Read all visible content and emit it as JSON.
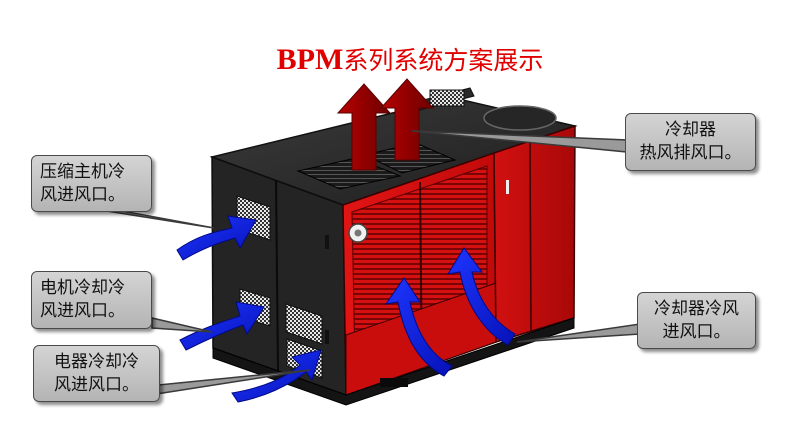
{
  "title": {
    "bpm": "BPM",
    "rest": "系列系统方案展示"
  },
  "callouts": {
    "compressor_inlet": {
      "line1": "压缩主机冷",
      "line2": "风进风口。"
    },
    "motor_inlet": {
      "line1": "电机冷却冷",
      "line2": "风进风口。"
    },
    "electrical_inlet": {
      "line1": "电器冷却冷",
      "line2": "风进风口。"
    },
    "cooler_hot_outlet": {
      "line1": "冷却器",
      "line2": "热风排风口。"
    },
    "cooler_cold_inlet": {
      "line1": "冷却器冷风",
      "line2": "进风口。"
    }
  },
  "colors": {
    "title": "#e00000",
    "cabinet_red": "#d80f0f",
    "cabinet_dark": "#232323",
    "hot_air_arrow": "#a50000",
    "cold_air_arrow": "#0a1dd6",
    "callout_fill": "#c4c4c4"
  },
  "icons": {
    "hot_air": "up-arrow-icon",
    "cold_air": "curved-arrow-icon",
    "fan_badge": "gear-icon"
  }
}
